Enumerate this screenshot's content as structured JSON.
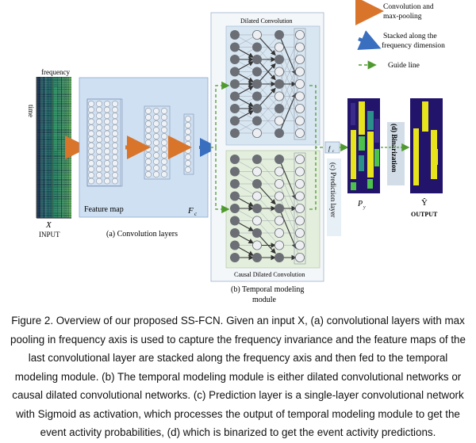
{
  "diagram": {
    "input_axis_frequency": "frequency",
    "input_axis_time": "time",
    "input_symbol": "X",
    "input_label": "INPUT",
    "feature_map_label": "Feature map",
    "feature_symbol": "F",
    "feature_symbol_sub": "c",
    "conv_section_label": "(a) Convolution layers",
    "dilated_title": "Dilated Convolution",
    "causal_title": "Causal Dilated Convolution",
    "temporal_label_line1": "(b) Temporal modeling",
    "temporal_label_line2": "module",
    "fc_symbol": "f",
    "fc_sub": "c",
    "prediction_label": "(c) Prediction layer",
    "py_symbol": "P",
    "py_sub": "y",
    "binarization_label": "(d) Binarization",
    "yhat_symbol": "Ŷ",
    "output_label": "OUTPUT",
    "legend": [
      {
        "label_line1": "Convolution and",
        "label_line2": "max-pooling",
        "color": "#d9742b"
      },
      {
        "label_line1": "Stacked along the",
        "label_line2": "frequency dimension",
        "color": "#3a6fbf"
      },
      {
        "label_line1": "Guide line",
        "label_line2": "",
        "color": "#4f9a2f"
      }
    ]
  },
  "caption": "Figure 2. Overview of our proposed SS-FCN. Given an input X, (a) convolutional layers with max pooling in frequency axis is used to capture the frequency invariance and the feature maps of the last convolutional layer are stacked along the frequency axis and then fed to the temporal modeling module. (b) The temporal modeling module is either dilated convolutional networks or causal dilated convolutional networks. (c) Prediction layer is a single-layer convolutional network with Sigmoid as activation, which processes the output of temporal modeling module to get the event activity probabilities, (d) which is binarized to get the event activity predictions.",
  "colors": {
    "orange_arrow": "#d9742b",
    "blue_arrow": "#3a6fbf",
    "green_guide": "#4f9a2f",
    "conv_panel": "#cfe0f3",
    "dilated_panel": "#d8e6f2",
    "causal_panel": "#e3eedc",
    "map_dark": "#23146b",
    "map_yellow": "#e8e41c",
    "map_green": "#4cc24a"
  }
}
